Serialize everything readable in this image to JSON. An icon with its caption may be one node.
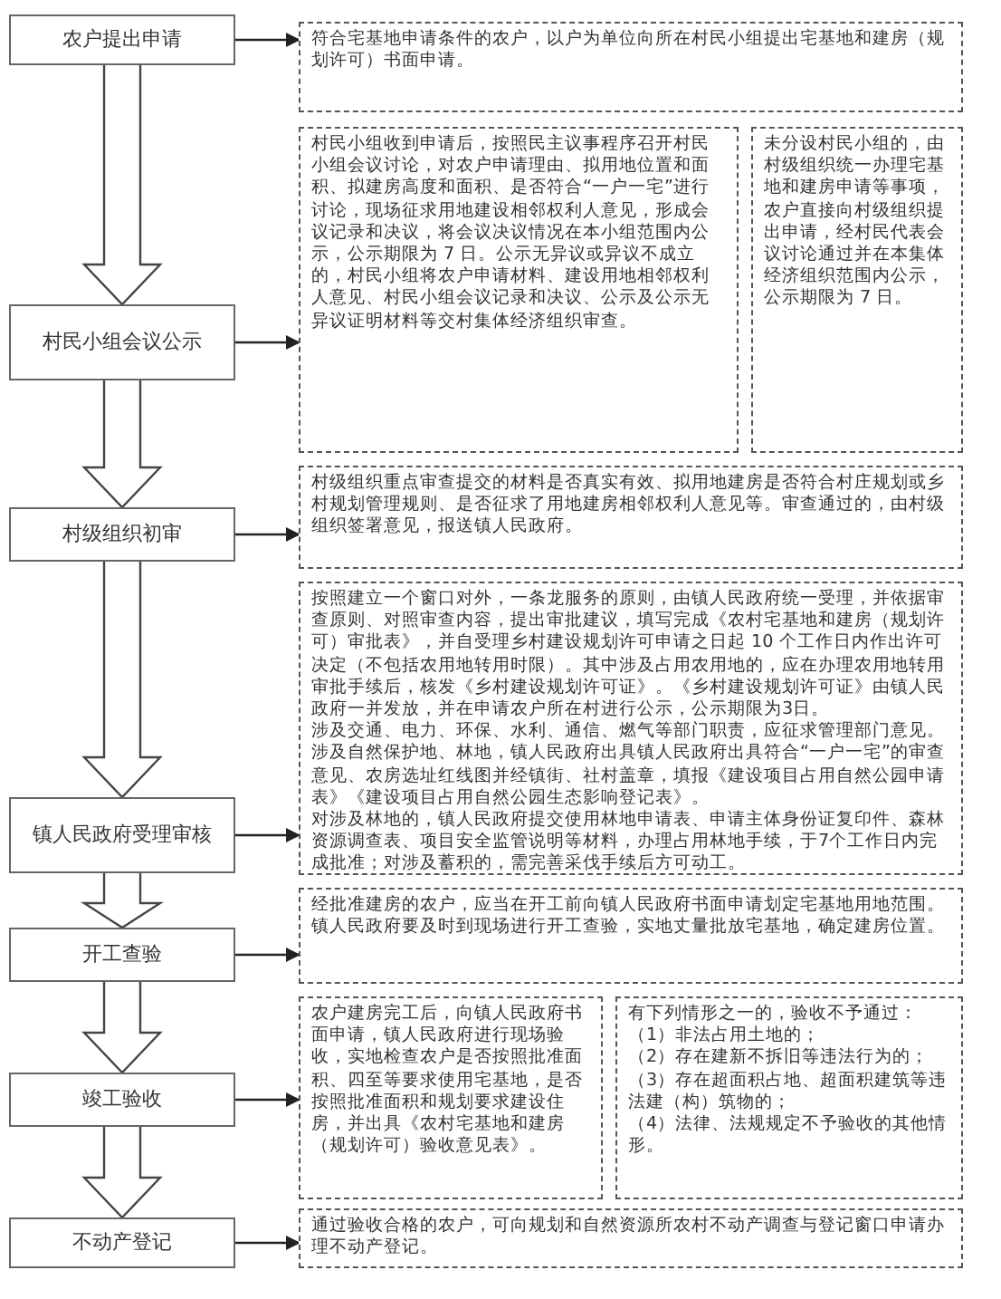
{
  "diagram": {
    "nodes": [
      {
        "text": [
          "农户提出申请"
        ]
      },
      {
        "text": [
          "符合宅基地申请条件的农户，以户为单位向所在村民小组提出宅基地和建房（规划许可）书面申请。"
        ]
      },
      {
        "text": [
          "村民小组会议公示"
        ]
      },
      {
        "text": [
          "村民小组收到申请后，按照民主议事程序召开村民小组会议讨论，对农户申请理由、拟用地位置和面积、拟建房高度和面积、是否符合“一户一宅”进行讨论，现场征求用地建设相邻权利人意见，形成会议记录和决议，将会议决议情况在本小组范围内公示，公示期限为 7 日。公示无异议或异议不成立的，村民小组将农户申请材料、建设用地相邻权利人意见、村民小组会议记录和决议、公示及公示无异议证明材料等交村集体经济组织审查。"
        ]
      },
      {
        "text": [
          "未分设村民小组的，由村级组织统一办理宅基地和建房申请等事项，农户直接向村级组织提出申请，经村民代表会议讨论通过并在本集体经济组织范围内公示，公示期限为 7 日。"
        ]
      },
      {
        "text": [
          "村级组织初审"
        ]
      },
      {
        "text": [
          "村级组织重点审查提交的材料是否真实有效、拟用地建房是否符合村庄规划或乡村规划管理规则、是否征求了用地建房相邻权利人意见等。审查通过的，由村级组织签署意见，报送镇人民政府。"
        ]
      },
      {
        "text": [
          "镇人民政府受理审核"
        ]
      },
      {
        "text": [
          "按照建立一个窗口对外，一条龙服务的原则，由镇人民政府统一受理，并依据审查原则、对照审查内容，提出审批建议，填写完成《农村宅基地和建房（规划许可）审批表》，并自受理乡村建设规划许可申请之日起 10 个工作日内作出许可决定（不包括农用地转用时限）。其中涉及占用农用地的，应在办理农用地转用审批手续后，核发《乡村建设规划许可证》。《乡村建设规划许可证》由镇人民政府一并发放，并在申请农户所在村进行公示，公示期限为3日。",
          "涉及交通、电力、环保、水利、通信、燃气等部门职责，应征求管理部门意见。",
          "涉及自然保护地、林地，镇人民政府出具镇人民政府出具符合“一户一宅”的审查意见、农房选址红线图并经镇街、社村盖章，填报《建设项目占用自然公园申请表》《建设项目占用自然公园生态影响登记表》。",
          "对涉及林地的，镇人民政府提交使用林地申请表、申请主体身份证复印件、森林资源调查表、项目安全监管说明等材料，办理占用林地手续，于7个工作日内完成批准；对涉及蓄积的，需完善采伐手续后方可动工。"
        ]
      },
      {
        "text": [
          "开工查验"
        ]
      },
      {
        "text": [
          "经批准建房的农户，应当在开工前向镇人民政府书面申请划定宅基地用地范围。镇人民政府要及时到现场进行开工查验，实地丈量批放宅基地，确定建房位置。"
        ]
      },
      {
        "text": [
          "竣工验收"
        ]
      },
      {
        "text": [
          "农户建房完工后，向镇人民政府书面申请，镇人民政府进行现场验收，实地检查农户是否按照批准面积、四至等要求使用宅基地，是否按照批准面积和规划要求建设住房，并出具《农村宅基地和建房（规划许可）验收意见表》。"
        ]
      },
      {
        "text": [
          "有下列情形之一的，验收不予通过：",
          "（1）非法占用土地的；",
          "（2）存在建新不拆旧等违法行为的；",
          "（3）存在超面积占地、超面积建筑等违法建（构）筑物的；",
          "（4）法律、法规规定不予验收的其他情形。"
        ]
      },
      {
        "text": [
          "不动产登记"
        ]
      },
      {
        "text": [
          "通过验收合格的农户，可向规划和自然资源所农村不动产调查与登记窗口申请办理不动产登记。"
        ]
      }
    ],
    "edges": [
      {
        "from": 0,
        "to": 2,
        "arrow": "to"
      },
      {
        "from": 2,
        "to": 5,
        "arrow": "to"
      },
      {
        "from": 5,
        "to": 7,
        "arrow": "to"
      },
      {
        "from": 7,
        "to": 9,
        "arrow": "to"
      },
      {
        "from": 9,
        "to": 11,
        "arrow": "to"
      },
      {
        "from": 11,
        "to": 14,
        "arrow": "to"
      },
      {
        "from": 0,
        "to": 1,
        "arrow": "to"
      },
      {
        "from": 2,
        "to": 3,
        "arrow": "to"
      },
      {
        "from": 5,
        "to": 6,
        "arrow": "to"
      },
      {
        "from": 7,
        "to": 8,
        "arrow": "to"
      },
      {
        "from": 9,
        "to": 10,
        "arrow": "to"
      },
      {
        "from": 11,
        "to": 12,
        "arrow": "to"
      },
      {
        "from": 14,
        "to": 15,
        "arrow": "to"
      }
    ]
  }
}
